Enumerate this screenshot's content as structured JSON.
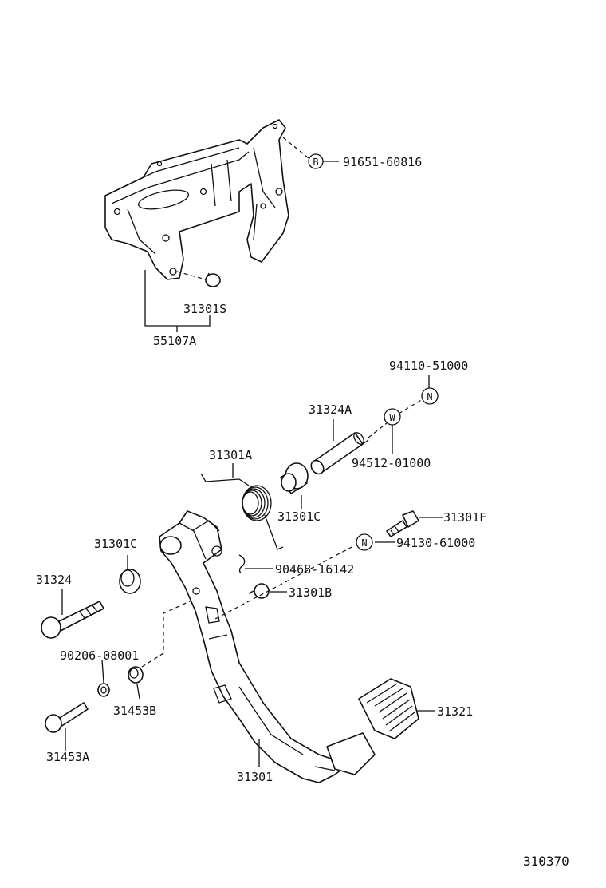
{
  "labels": {
    "p91651": "91651-60816",
    "p31301S": "31301S",
    "p55107A": "55107A",
    "p94110": "94110-51000",
    "p31324A": "31324A",
    "p94512": "94512-01000",
    "p31301A": "31301A",
    "p31301C_r": "31301C",
    "p31301F": "31301F",
    "p94130": "94130-61000",
    "p31301C_l": "31301C",
    "p90468": "90468-16142",
    "p31324": "31324",
    "p31301B": "31301B",
    "p90206": "90206-08001",
    "p31453B": "31453B",
    "p31321": "31321",
    "p31453A": "31453A",
    "p31301": "31301",
    "figure_code": "310370"
  },
  "callouts": {
    "B": "B",
    "W": "W",
    "N_top": "N",
    "N_mid": "N"
  }
}
